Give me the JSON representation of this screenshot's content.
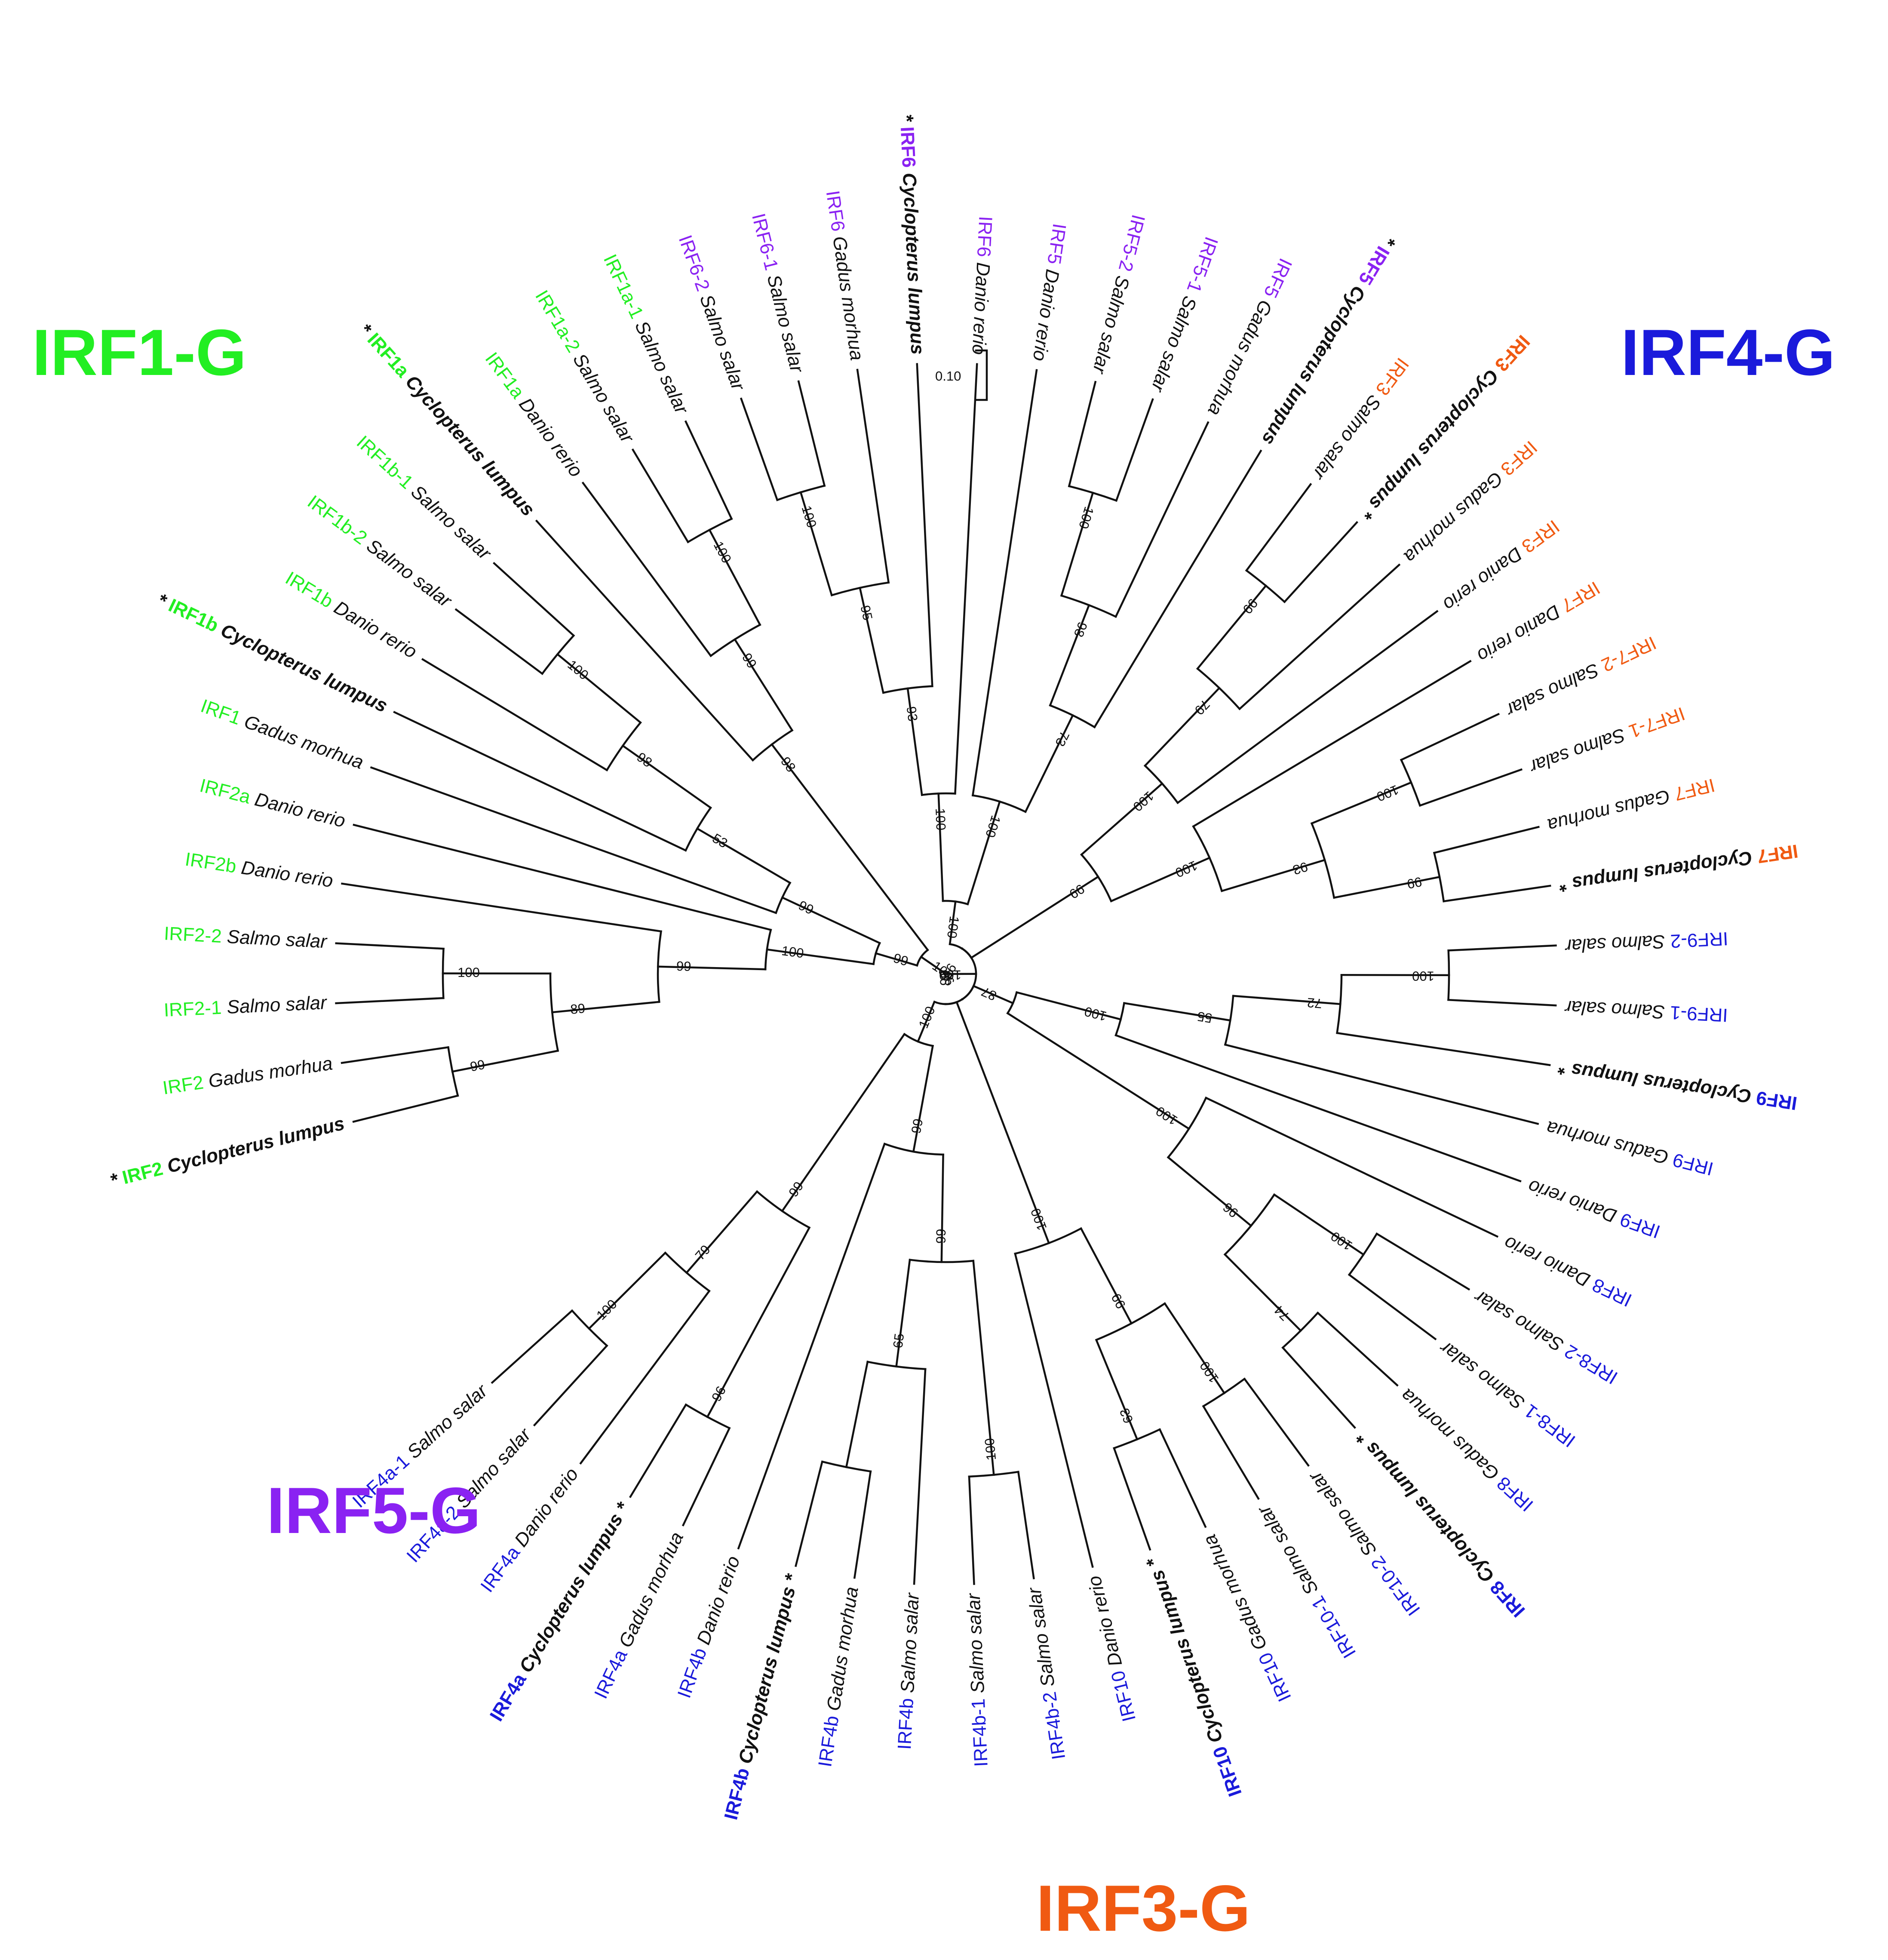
{
  "colors": {
    "IRF1-G": "#22ee22",
    "IRF4-G": "#1a1adb",
    "IRF5-G": "#8a22f2",
    "IRF3-G": "#f05a12"
  },
  "scale_bar": {
    "label": "0.10"
  },
  "groups": [
    {
      "key": "IRF1-G",
      "label": "IRF1-G"
    },
    {
      "key": "IRF4-G",
      "label": "IRF4-G"
    },
    {
      "key": "IRF5-G",
      "label": "IRF5-G"
    },
    {
      "key": "IRF3-G",
      "label": "IRF3-G"
    }
  ],
  "leaves": [
    {
      "id": "irf2-cl",
      "gene": "IRF2",
      "species": "Cyclopterus lumpus",
      "group": "IRF1-G",
      "bold": true,
      "asterisk": "before"
    },
    {
      "id": "irf2-gm",
      "gene": "IRF2",
      "species": "Gadus morhua",
      "group": "IRF1-G"
    },
    {
      "id": "irf2-1-ss",
      "gene": "IRF2-1",
      "species": "Salmo salar",
      "group": "IRF1-G"
    },
    {
      "id": "irf2-2-ss",
      "gene": "IRF2-2",
      "species": "Salmo salar",
      "group": "IRF1-G"
    },
    {
      "id": "irf2b-dr",
      "gene": "IRF2b",
      "species": "Danio rerio",
      "group": "IRF1-G"
    },
    {
      "id": "irf2a-dr",
      "gene": "IRF2a",
      "species": "Danio rerio",
      "group": "IRF1-G"
    },
    {
      "id": "irf1-gm",
      "gene": "IRF1",
      "species": "Gadus morhua",
      "group": "IRF1-G"
    },
    {
      "id": "irf1b-cl",
      "gene": "IRF1b",
      "species": "Cyclopterus lumpus",
      "group": "IRF1-G",
      "bold": true,
      "asterisk": "before"
    },
    {
      "id": "irf1b-dr",
      "gene": "IRF1b",
      "species": "Danio rerio",
      "group": "IRF1-G"
    },
    {
      "id": "irf1b-2-ss",
      "gene": "IRF1b-2",
      "species": "Salmo salar",
      "group": "IRF1-G"
    },
    {
      "id": "irf1b-1-ss",
      "gene": "IRF1b-1",
      "species": "Salmo salar",
      "group": "IRF1-G"
    },
    {
      "id": "irf1a-cl",
      "gene": "IRF1a",
      "species": "Cyclopterus lumpus",
      "group": "IRF1-G",
      "bold": true,
      "asterisk": "before"
    },
    {
      "id": "irf1a-dr",
      "gene": "IRF1a",
      "species": "Danio rerio",
      "group": "IRF1-G"
    },
    {
      "id": "irf1a-2-ss",
      "gene": "IRF1a-2",
      "species": "Salmo salar",
      "group": "IRF1-G"
    },
    {
      "id": "irf1a-1-ss",
      "gene": "IRF1a-1",
      "species": "Salmo salar",
      "group": "IRF1-G"
    },
    {
      "id": "irf6-2-ss",
      "gene": "IRF6-2",
      "species": "Salmo salar",
      "group": "IRF5-G"
    },
    {
      "id": "irf6-1-ss",
      "gene": "IRF6-1",
      "species": "Salmo salar",
      "group": "IRF5-G"
    },
    {
      "id": "irf6-gm",
      "gene": "IRF6",
      "species": "Gadus morhua",
      "group": "IRF5-G"
    },
    {
      "id": "irf6-cl",
      "gene": "IRF6",
      "species": "Cyclopterus lumpus",
      "group": "IRF5-G",
      "bold": true,
      "asterisk": "before"
    },
    {
      "id": "irf6-dr",
      "gene": "IRF6",
      "species": "Danio rerio",
      "group": "IRF5-G"
    },
    {
      "id": "irf5-dr",
      "gene": "IRF5",
      "species": "Danio rerio",
      "group": "IRF5-G"
    },
    {
      "id": "irf5-2-ss",
      "gene": "IRF5-2",
      "species": "Salmo salar",
      "group": "IRF5-G"
    },
    {
      "id": "irf5-1-ss",
      "gene": "IRF5-1",
      "species": "Salmo salar",
      "group": "IRF5-G"
    },
    {
      "id": "irf5-gm",
      "gene": "IRF5",
      "species": "Gadus morhua",
      "group": "IRF5-G"
    },
    {
      "id": "irf5-cl",
      "gene": "IRF5",
      "species": "Cyclopterus lumpus",
      "group": "IRF5-G",
      "bold": true,
      "asterisk": "before"
    },
    {
      "id": "irf3-ss",
      "gene": "IRF3",
      "species": "Salmo salar",
      "group": "IRF3-G"
    },
    {
      "id": "irf3-cl",
      "gene": "IRF3",
      "species": "Cyclopterus lumpus",
      "group": "IRF3-G",
      "bold": true,
      "asterisk": "after"
    },
    {
      "id": "irf3-gm",
      "gene": "IRF3",
      "species": "Gadus morhua",
      "group": "IRF3-G"
    },
    {
      "id": "irf3-dr",
      "gene": "IRF3",
      "species": "Danio rerio",
      "group": "IRF3-G"
    },
    {
      "id": "irf7-dr",
      "gene": "IRF7",
      "species": "Danio rerio",
      "group": "IRF3-G"
    },
    {
      "id": "irf7-2-ss",
      "gene": "IRF7-2",
      "species": "Salmo salar",
      "group": "IRF3-G"
    },
    {
      "id": "irf7-1-ss",
      "gene": "IRF7-1",
      "species": "Salmo salar",
      "group": "IRF3-G"
    },
    {
      "id": "irf7-gm",
      "gene": "IRF7",
      "species": "Gadus morhua",
      "group": "IRF3-G"
    },
    {
      "id": "irf7-cl",
      "gene": "IRF7",
      "species": "Cyclopterus lumpus",
      "group": "IRF3-G",
      "bold": true,
      "asterisk": "after"
    },
    {
      "id": "irf9-2-ss",
      "gene": "IRF9-2",
      "species": "Salmo salar",
      "group": "IRF4-G"
    },
    {
      "id": "irf9-1-ss",
      "gene": "IRF9-1",
      "species": "Salmo salar",
      "group": "IRF4-G"
    },
    {
      "id": "irf9-cl",
      "gene": "IRF9",
      "species": "Cyclopterus lumpus",
      "group": "IRF4-G",
      "bold": true,
      "asterisk": "after"
    },
    {
      "id": "irf9-gm",
      "gene": "IRF9",
      "species": "Gadus morhua",
      "group": "IRF4-G"
    },
    {
      "id": "irf9-dr",
      "gene": "IRF9",
      "species": "Danio rerio",
      "group": "IRF4-G"
    },
    {
      "id": "irf8-dr",
      "gene": "IRF8",
      "species": "Danio rerio",
      "group": "IRF4-G"
    },
    {
      "id": "irf8-2-ss",
      "gene": "IRF8-2",
      "species": "Salmo salar",
      "group": "IRF4-G"
    },
    {
      "id": "irf8-1-ss",
      "gene": "IRF8-1",
      "species": "Salmo salar",
      "group": "IRF4-G"
    },
    {
      "id": "irf8-gm",
      "gene": "IRF8",
      "species": "Gadus morhua",
      "group": "IRF4-G"
    },
    {
      "id": "irf8-cl",
      "gene": "IRF8",
      "species": "Cyclopterus lumpus",
      "group": "IRF4-G",
      "bold": true,
      "asterisk": "after"
    },
    {
      "id": "irf10-2-ss",
      "gene": "IRF10-2",
      "species": "Salmo salar",
      "group": "IRF4-G"
    },
    {
      "id": "irf10-1-ss",
      "gene": "IRF10-1",
      "species": "Salmo salar",
      "group": "IRF4-G"
    },
    {
      "id": "irf10-gm",
      "gene": "IRF10",
      "species": "Gadus morhua",
      "group": "IRF4-G"
    },
    {
      "id": "irf10-cl",
      "gene": "IRF10",
      "species": "Cyclopterus lumpus",
      "group": "IRF4-G",
      "bold": true,
      "asterisk": "after"
    },
    {
      "id": "irf10-dr",
      "gene": "IRF10",
      "species": "Danio rerio",
      "group": "IRF4-G"
    },
    {
      "id": "irf4b-2-ss",
      "gene": "IRF4b-2",
      "species": "Salmo salar",
      "group": "IRF4-G"
    },
    {
      "id": "irf4b-1-ss",
      "gene": "IRF4b-1",
      "species": "Salmo salar",
      "group": "IRF4-G"
    },
    {
      "id": "irf4b-ss",
      "gene": "IRF4b",
      "species": "Salmo salar",
      "group": "IRF4-G"
    },
    {
      "id": "irf4b-gm",
      "gene": "IRF4b",
      "species": "Gadus morhua",
      "group": "IRF4-G"
    },
    {
      "id": "irf4b-cl",
      "gene": "IRF4b",
      "species": "Cyclopterus lumpus",
      "group": "IRF4-G",
      "bold": true,
      "asterisk": "after"
    },
    {
      "id": "irf4b-dr",
      "gene": "IRF4b",
      "species": "Danio rerio",
      "group": "IRF4-G"
    },
    {
      "id": "irf4a-gm",
      "gene": "IRF4a",
      "species": "Gadus morhua",
      "group": "IRF4-G"
    },
    {
      "id": "irf4a-cl",
      "gene": "IRF4a",
      "species": "Cyclopterus lumpus",
      "group": "IRF4-G",
      "bold": true,
      "asterisk": "after"
    },
    {
      "id": "irf4a-dr",
      "gene": "IRF4a",
      "species": "Danio rerio",
      "group": "IRF4-G"
    },
    {
      "id": "irf4a-2-ss",
      "gene": "IRF4a-2",
      "species": "Salmo salar",
      "group": "IRF4-G"
    },
    {
      "id": "irf4a-1-ss",
      "gene": "IRF4a-1",
      "species": "Salmo salar",
      "group": "IRF4-G"
    }
  ],
  "tree": [
    {
      "n": "root",
      "s": "",
      "c": [
        "irf1g",
        "a3"
      ]
    },
    {
      "n": "irf1g",
      "s": "100",
      "c": [
        "a1",
        "a2"
      ]
    },
    {
      "n": "a1",
      "s": "99",
      "c": [
        "a1b",
        "a1c"
      ]
    },
    {
      "n": "a1b",
      "s": "100",
      "c": [
        "a1d",
        "irf2a-dr"
      ]
    },
    {
      "n": "a1d",
      "s": "99",
      "c": [
        "a1e",
        "irf2b-dr"
      ]
    },
    {
      "n": "a1e",
      "s": "89",
      "c": [
        "a1f",
        "a1g"
      ]
    },
    {
      "n": "a1f",
      "s": "99",
      "c": [
        "irf2-cl",
        "irf2-gm"
      ]
    },
    {
      "n": "a1g",
      "s": "100",
      "c": [
        "irf2-1-ss",
        "irf2-2-ss"
      ]
    },
    {
      "n": "a1c",
      "s": "99",
      "c": [
        "irf1-gm",
        "a1h"
      ]
    },
    {
      "n": "a1h",
      "s": "53",
      "c": [
        "irf1b-cl",
        "a1i"
      ]
    },
    {
      "n": "a1i",
      "s": "98",
      "c": [
        "irf1b-dr",
        "a1j"
      ]
    },
    {
      "n": "a1j",
      "s": "100",
      "c": [
        "irf1b-2-ss",
        "irf1b-1-ss"
      ]
    },
    {
      "n": "a2",
      "s": "98",
      "c": [
        "irf1a-cl",
        "a2b"
      ]
    },
    {
      "n": "a2b",
      "s": "99",
      "c": [
        "irf1a-dr",
        "a2c"
      ]
    },
    {
      "n": "a2c",
      "s": "100",
      "c": [
        "irf1a-2-ss",
        "irf1a-1-ss"
      ]
    },
    {
      "n": "a3",
      "s": "100",
      "c": [
        "a4",
        "irf4g"
      ]
    },
    {
      "n": "a4",
      "s": "99",
      "c": [
        "irf5g",
        "irf3g"
      ]
    },
    {
      "n": "irf5g",
      "s": "100",
      "c": [
        "b1",
        "b2"
      ]
    },
    {
      "n": "b1",
      "s": "100",
      "c": [
        "b1b",
        "irf6-dr"
      ]
    },
    {
      "n": "b1b",
      "s": "93",
      "c": [
        "b1c",
        "irf6-cl"
      ]
    },
    {
      "n": "b1c",
      "s": "95",
      "c": [
        "b1d",
        "irf6-gm"
      ]
    },
    {
      "n": "b1d",
      "s": "100",
      "c": [
        "irf6-2-ss",
        "irf6-1-ss"
      ]
    },
    {
      "n": "b2",
      "s": "100",
      "c": [
        "irf5-dr",
        "b2b"
      ]
    },
    {
      "n": "b2b",
      "s": "73",
      "c": [
        "b2c",
        "irf5-cl"
      ]
    },
    {
      "n": "b2c",
      "s": "98",
      "c": [
        "b2d",
        "irf5-gm"
      ]
    },
    {
      "n": "b2d",
      "s": "100",
      "c": [
        "irf5-2-ss",
        "irf5-1-ss"
      ]
    },
    {
      "n": "irf3g",
      "s": "99",
      "c": [
        "c1",
        "c2"
      ]
    },
    {
      "n": "c1",
      "s": "100",
      "c": [
        "c1b",
        "irf3-dr"
      ]
    },
    {
      "n": "c1b",
      "s": "79",
      "c": [
        "c1c",
        "irf3-gm"
      ]
    },
    {
      "n": "c1c",
      "s": "99",
      "c": [
        "irf3-ss",
        "irf3-cl"
      ]
    },
    {
      "n": "c2",
      "s": "100",
      "c": [
        "irf7-dr",
        "c2b"
      ]
    },
    {
      "n": "c2b",
      "s": "93",
      "c": [
        "c2c",
        "c2d"
      ]
    },
    {
      "n": "c2c",
      "s": "100",
      "c": [
        "irf7-2-ss",
        "irf7-1-ss"
      ]
    },
    {
      "n": "c2d",
      "s": "99",
      "c": [
        "irf7-gm",
        "irf7-cl"
      ]
    },
    {
      "n": "irf4g",
      "s": "98",
      "c": [
        "d1",
        "d5"
      ]
    },
    {
      "n": "d1",
      "s": "87",
      "c": [
        "d2",
        "d3"
      ]
    },
    {
      "n": "d2",
      "s": "100",
      "c": [
        "d2b",
        "irf9-dr"
      ]
    },
    {
      "n": "d2b",
      "s": "55",
      "c": [
        "d2c",
        "irf9-gm"
      ]
    },
    {
      "n": "d2c",
      "s": "72",
      "c": [
        "d2d",
        "irf9-cl"
      ]
    },
    {
      "n": "d2d",
      "s": "100",
      "c": [
        "irf9-2-ss",
        "irf9-1-ss"
      ]
    },
    {
      "n": "d3",
      "s": "100",
      "c": [
        "irf8-dr",
        "d3b"
      ]
    },
    {
      "n": "d3b",
      "s": "96",
      "c": [
        "d3c",
        "d3d"
      ]
    },
    {
      "n": "d3c",
      "s": "100",
      "c": [
        "irf8-2-ss",
        "irf8-1-ss"
      ]
    },
    {
      "n": "d3d",
      "s": "74",
      "c": [
        "irf8-gm",
        "irf8-cl"
      ]
    },
    {
      "n": "d5",
      "s": "99",
      "c": [
        "d6",
        "d7"
      ]
    },
    {
      "n": "d6",
      "s": "100",
      "c": [
        "d6b",
        "irf10-dr"
      ]
    },
    {
      "n": "d6b",
      "s": "99",
      "c": [
        "d6c",
        "d6d"
      ]
    },
    {
      "n": "d6c",
      "s": "100",
      "c": [
        "irf10-2-ss",
        "irf10-1-ss"
      ]
    },
    {
      "n": "d6d",
      "s": "63",
      "c": [
        "irf10-gm",
        "irf10-cl"
      ]
    },
    {
      "n": "d7",
      "s": "100",
      "c": [
        "d8",
        "d9"
      ]
    },
    {
      "n": "d8",
      "s": "99",
      "c": [
        "d8b",
        "irf4b-dr"
      ]
    },
    {
      "n": "d8b",
      "s": "99",
      "c": [
        "d8c",
        "d8d"
      ]
    },
    {
      "n": "d8c",
      "s": "100",
      "c": [
        "irf4b-2-ss",
        "irf4b-1-ss"
      ]
    },
    {
      "n": "d8d",
      "s": "65",
      "c": [
        "irf4b-ss",
        "d8e"
      ]
    },
    {
      "n": "d8e",
      "s": "",
      "c": [
        "irf4b-gm",
        "irf4b-cl"
      ]
    },
    {
      "n": "d9",
      "s": "99",
      "c": [
        "d9b",
        "d9c"
      ]
    },
    {
      "n": "d9b",
      "s": "96",
      "c": [
        "irf4a-gm",
        "irf4a-cl"
      ]
    },
    {
      "n": "d9c",
      "s": "79",
      "c": [
        "irf4a-dr",
        "d9d"
      ]
    },
    {
      "n": "d9d",
      "s": "100",
      "c": [
        "irf4a-2-ss",
        "irf4a-1-ss"
      ]
    }
  ]
}
